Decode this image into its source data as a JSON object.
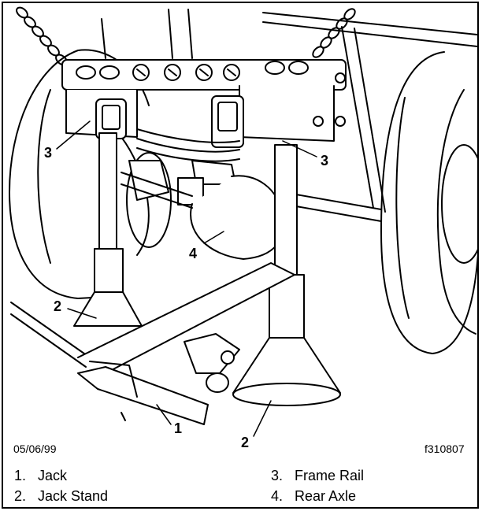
{
  "callouts": [
    {
      "id": "1",
      "label": "1"
    },
    {
      "id": "2a",
      "label": "2"
    },
    {
      "id": "2b",
      "label": "2"
    },
    {
      "id": "3a",
      "label": "3"
    },
    {
      "id": "3b",
      "label": "3"
    },
    {
      "id": "4",
      "label": "4"
    }
  ],
  "meta": {
    "date": "05/06/99",
    "figure_id": "f310807"
  },
  "legend": [
    {
      "num": "1.",
      "text": "Jack"
    },
    {
      "num": "2.",
      "text": "Jack Stand"
    },
    {
      "num": "3.",
      "text": "Frame Rail"
    },
    {
      "num": "4.",
      "text": "Rear Axle"
    }
  ]
}
